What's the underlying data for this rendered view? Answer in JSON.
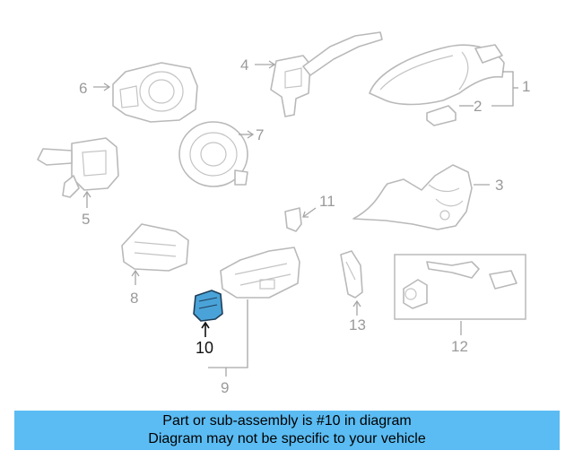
{
  "diagram": {
    "callouts": {
      "c1": "1",
      "c2": "2",
      "c3": "3",
      "c4": "4",
      "c5": "5",
      "c6": "6",
      "c7": "7",
      "c8": "8",
      "c9": "9",
      "c10": "10",
      "c11": "11",
      "c12": "12",
      "c13": "13"
    },
    "highlight_color": "#4aa3d8"
  },
  "banner": {
    "line1": "Part or sub-assembly is #10 in diagram",
    "line2": "Diagram may not be specific to your vehicle",
    "color": "#5bbcf3"
  }
}
